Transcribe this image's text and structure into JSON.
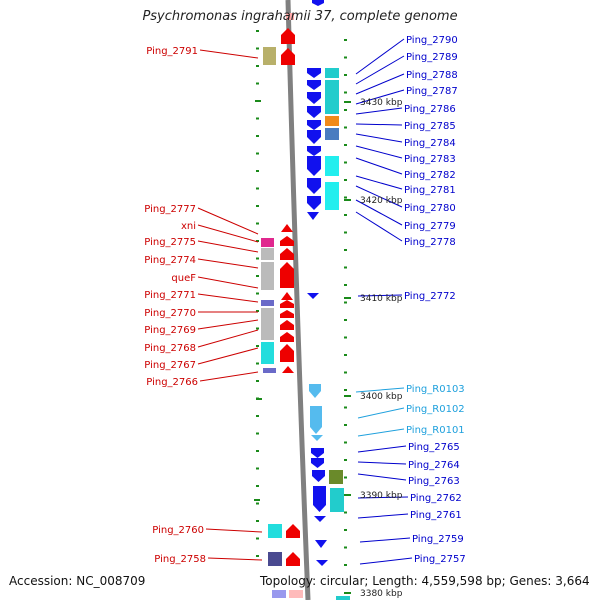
{
  "title": "Psychromonas ingrahamii 37, complete genome",
  "footer": {
    "accession": "Accession: NC_008709",
    "topology": "Topology: circular; Length: 4,559,598 bp; Genes: 3,664"
  },
  "colors": {
    "left_label": "#cc0000",
    "right_label": "#0000cc",
    "rna_label": "#1ea0dd",
    "backbone": "#808080",
    "tick": "#1a8a1a",
    "forward_arrow": "#ee0000",
    "reverse_arrow": "#1111ee",
    "rna_arrow": "#55bbee"
  },
  "scale_labels": [
    "3430 kbp",
    "3420 kbp",
    "3410 kbp",
    "3400 kbp",
    "3390 kbp",
    "3380 kbp"
  ],
  "left_genes": [
    "Ping_2791",
    "Ping_2777",
    "xni",
    "Ping_2775",
    "Ping_2774",
    "queF",
    "Ping_2771",
    "Ping_2770",
    "Ping_2769",
    "Ping_2768",
    "Ping_2767",
    "Ping_2766",
    "Ping_2760",
    "Ping_2758"
  ],
  "right_genes": [
    "Ping_2790",
    "Ping_2789",
    "Ping_2788",
    "Ping_2787",
    "Ping_2786",
    "Ping_2785",
    "Ping_2784",
    "Ping_2783",
    "Ping_2782",
    "Ping_2781",
    "Ping_2780",
    "Ping_2779",
    "Ping_2778",
    "Ping_2772",
    "Ping_R0103",
    "Ping_R0102",
    "Ping_R0101",
    "Ping_2765",
    "Ping_2764",
    "Ping_2763",
    "Ping_2762",
    "Ping_2761",
    "Ping_2759",
    "Ping_2757"
  ]
}
